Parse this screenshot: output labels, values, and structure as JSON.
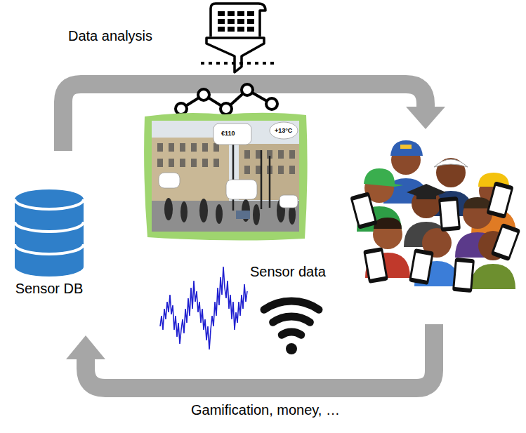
{
  "diagram": {
    "nodes": [
      {
        "text": [
          "Sensor DB"
        ]
      }
    ],
    "labels": [
      "Data analysis",
      "Sensor data",
      "Gamification, money, …",
      "€110",
      "+13°C"
    ]
  }
}
